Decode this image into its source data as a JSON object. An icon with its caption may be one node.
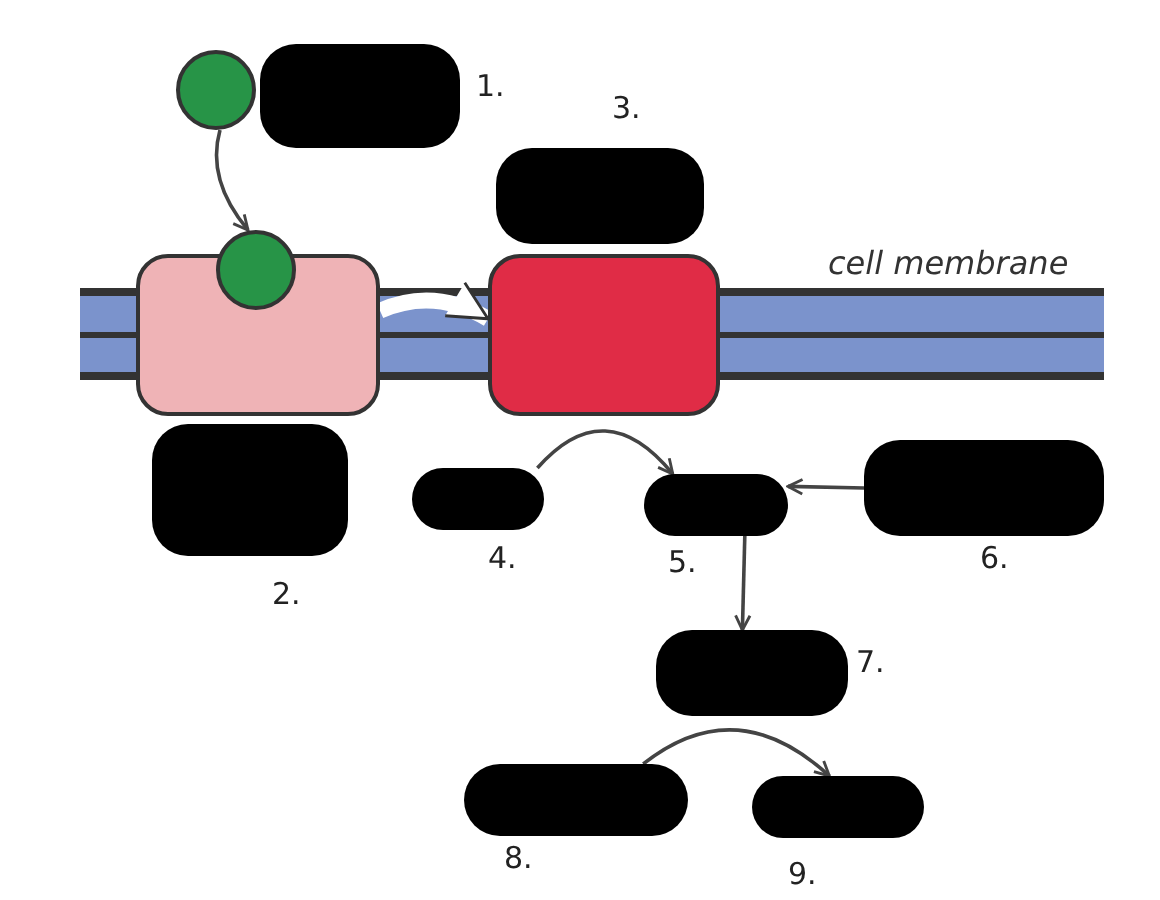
{
  "diagram": {
    "nodes": [
      {
        "text": [],
        "shape": "circle"
      },
      {
        "text": [],
        "shape": "blot",
        "beside": [
          "1."
        ]
      },
      {
        "text": [],
        "shape": "blot",
        "beside": [
          "3."
        ]
      },
      {
        "text": [],
        "shape": "box"
      },
      {
        "text": [],
        "shape": "circle"
      },
      {
        "text": [],
        "shape": "box"
      },
      {
        "text": [],
        "shape": "blot",
        "beside": [
          "2."
        ]
      },
      {
        "text": [],
        "shape": "blot",
        "beside": [
          "4."
        ]
      },
      {
        "text": [],
        "shape": "blot",
        "beside": [
          "5."
        ]
      },
      {
        "text": [],
        "shape": "blot",
        "beside": [
          "6."
        ]
      },
      {
        "text": [],
        "shape": "blot",
        "beside": [
          "7."
        ]
      },
      {
        "text": [],
        "shape": "blot",
        "beside": [
          "8."
        ]
      },
      {
        "text": [],
        "shape": "blot",
        "beside": [
          "9."
        ]
      }
    ],
    "edges": [
      {
        "from": 0,
        "to": 4,
        "arrow": "to"
      },
      {
        "from": 3,
        "to": 5,
        "arrow": "to",
        "style": "thick",
        "color": "#ffffff"
      },
      {
        "from": 7,
        "to": 8,
        "arrow": "to"
      },
      {
        "from": 9,
        "to": 8,
        "arrow": "to"
      },
      {
        "from": 8,
        "to": 10,
        "arrow": "to"
      },
      {
        "from": 11,
        "to": 12,
        "arrow": "to"
      }
    ],
    "labels": [
      "cell membrane"
    ]
  }
}
